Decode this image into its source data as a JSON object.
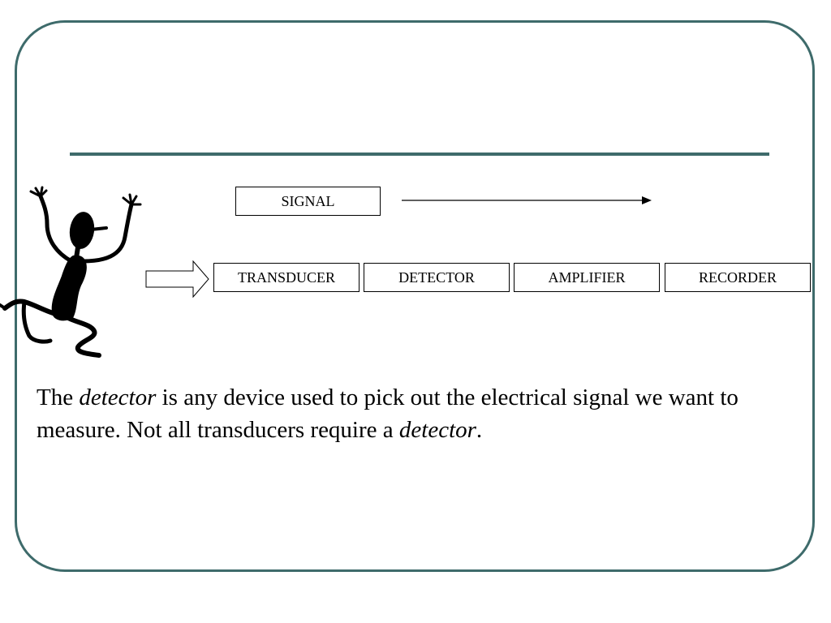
{
  "signal": {
    "label": "SIGNAL"
  },
  "stages": [
    {
      "label": "TRANSDUCER"
    },
    {
      "label": "DETECTOR"
    },
    {
      "label": "AMPLIFIER"
    },
    {
      "label": "RECORDER"
    }
  ],
  "caption": {
    "part1": "The ",
    "term1": "detector",
    "part2": " is any device used to pick out the electrical signal we want to measure.  Not all transducers require a ",
    "term2": "detector",
    "part3": "."
  },
  "icons": {
    "figure": "dancing-stick-figure-icon",
    "input_arrow": "block-arrow-right-icon",
    "signal_arrow": "arrow-right-icon"
  },
  "colors": {
    "frame": "#3e6b6b",
    "rule": "#3e6b6b",
    "text": "#000000",
    "background": "#ffffff"
  }
}
